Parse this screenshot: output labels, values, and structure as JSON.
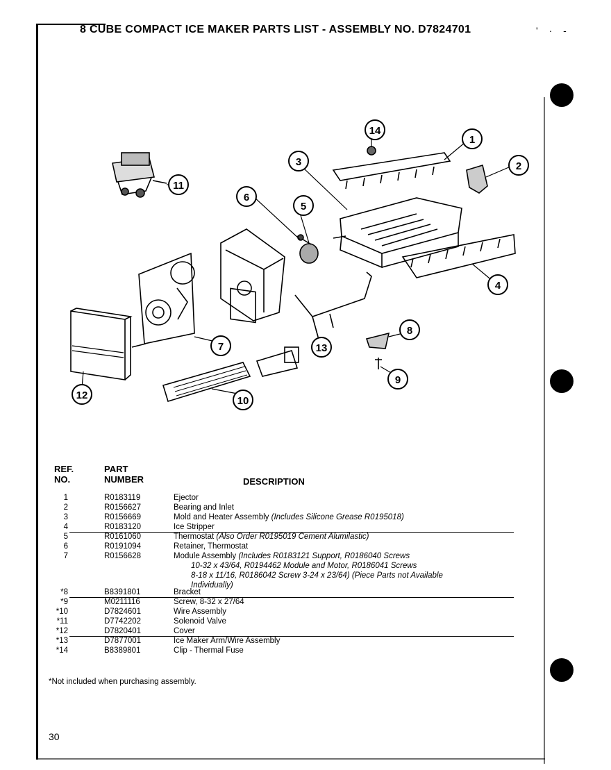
{
  "header": {
    "title": "8 CUBE COMPACT ICE MAKER PARTS LIST  -  ASSEMBLY NO. D7824701",
    "marks": "' · -"
  },
  "diagram": {
    "callouts": [
      "1",
      "2",
      "3",
      "4",
      "5",
      "6",
      "7",
      "8",
      "9",
      "10",
      "11",
      "12",
      "13",
      "14"
    ]
  },
  "table": {
    "headers": {
      "ref_line1": "REF.",
      "ref_line2": "NO.",
      "part_line1": "PART",
      "part_line2": "NUMBER",
      "description": "DESCRIPTION"
    },
    "rows": [
      {
        "ref": "1",
        "part": "R0183119",
        "desc": "Ejector",
        "note": ""
      },
      {
        "ref": "2",
        "part": "R0156627",
        "desc": "Bearing and Inlet",
        "note": ""
      },
      {
        "ref": "3",
        "part": "R0156669",
        "desc": "Mold and Heater Assembly",
        "note": "(Includes Silicone Grease  R0195018)"
      },
      {
        "ref": "4",
        "part": "R0183120",
        "desc": "Ice Stripper",
        "note": ""
      },
      {
        "ref": "5",
        "part": "R0161060",
        "desc": "Thermostat",
        "note": "(Also Order R0195019 Cement Alumilastic)"
      },
      {
        "ref": "6",
        "part": "R0191094",
        "desc": "Retainer, Thermostat",
        "note": ""
      },
      {
        "ref": "7",
        "part": "R0156628",
        "desc": "Module Assembly",
        "note": "(Includes R0183121 Support, R0186040 Screws"
      },
      {
        "ref": "*8",
        "part": "B8391801",
        "desc": "Bracket",
        "note": ""
      },
      {
        "ref": "*9",
        "part": "M0211116",
        "desc": "Screw, 8-32 x 27/64",
        "note": ""
      },
      {
        "ref": "*10",
        "part": "D7824601",
        "desc": "Wire Assembly",
        "note": ""
      },
      {
        "ref": "*11",
        "part": "D7742202",
        "desc": "Solenoid Valve",
        "note": ""
      },
      {
        "ref": "*12",
        "part": "D7820401",
        "desc": "Cover",
        "note": ""
      },
      {
        "ref": "*13",
        "part": "D7877001",
        "desc": "Ice Maker Arm/Wire Assembly",
        "note": ""
      },
      {
        "ref": "*14",
        "part": "B8389801",
        "desc": "Clip  -  Thermal Fuse",
        "note": ""
      }
    ],
    "row7_continuation": [
      "10-32 x 43/64, R0194462 Module and Motor, R0186041 Screws",
      "8-18 x 11/16, R0186042 Screw 3-24 x 23/64)  (Piece Parts not Available",
      "Individually)"
    ]
  },
  "footnote": "*Not included when purchasing assembly.",
  "page_number": "30"
}
